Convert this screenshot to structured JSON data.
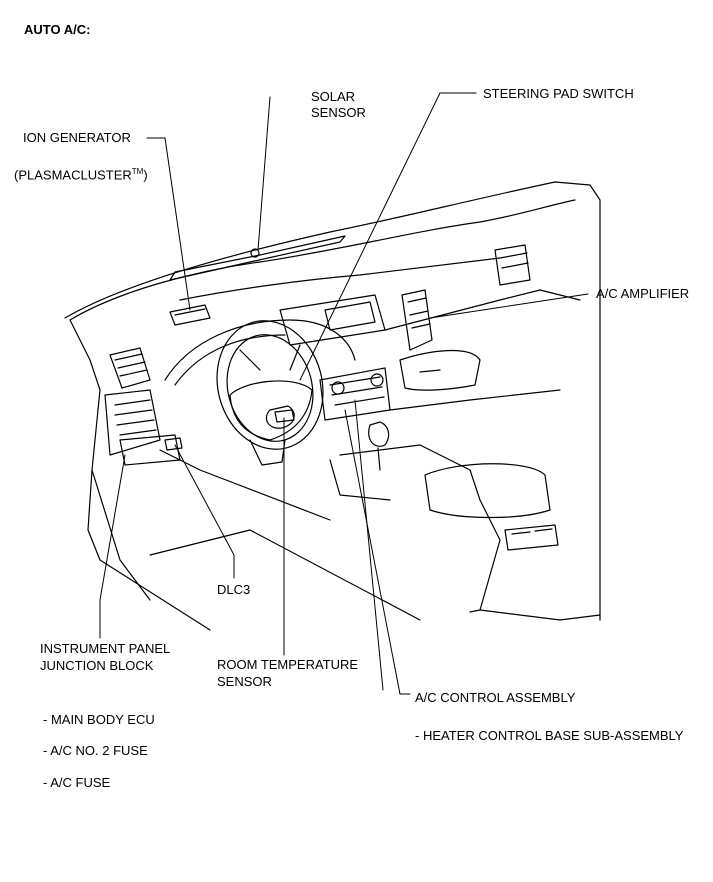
{
  "title": "AUTO A/C:",
  "labels": {
    "solar_sensor_1": "SOLAR",
    "solar_sensor_2": "SENSOR",
    "steering_pad_switch": "STEERING PAD SWITCH",
    "ion_generator": "ION GENERATOR",
    "plasmacluster_pre": "(PLASMACLUSTER",
    "plasmacluster_tm": "TM",
    "plasmacluster_post": ")",
    "ac_amplifier": "A/C AMPLIFIER",
    "dlc3": "DLC3",
    "ipjb_1": "INSTRUMENT PANEL",
    "ipjb_2": "JUNCTION BLOCK",
    "room_temp_1": "ROOM TEMPERATURE",
    "room_temp_2": "SENSOR",
    "ac_control_assembly": "A/C CONTROL ASSEMBLY",
    "heater_control_base": "- HEATER CONTROL BASE SUB-ASSEMBLY",
    "main_body_ecu": "-  MAIN BODY ECU",
    "ac_no2_fuse": "-  A/C NO. 2 FUSE",
    "ac_fuse": "-   A/C FUSE"
  }
}
